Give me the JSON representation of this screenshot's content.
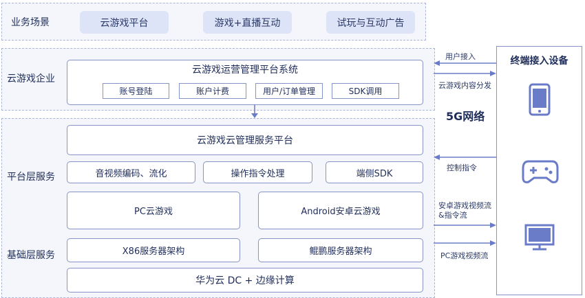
{
  "business": {
    "label": "业务场景",
    "items": [
      "云游戏平台",
      "游戏+直播互动",
      "试玩与互动广告"
    ]
  },
  "enterprise": {
    "label": "云游戏企业",
    "system_title": "云游戏运营管理平台系统",
    "modules": [
      "账号登陆",
      "账户计费",
      "用户/订单管理",
      "SDK调用"
    ]
  },
  "platform": {
    "label": "平台层服务",
    "cloud_title": "云游戏云管理服务平台",
    "modules": [
      "音视频编码、流化",
      "操作指令处理",
      "端侧SDK"
    ],
    "games": [
      "PC云游戏",
      "Android安卓云游戏"
    ]
  },
  "infra": {
    "label": "基础层服务",
    "arch": [
      "X86服务器架构",
      "鲲鹏服务器架构"
    ],
    "cloud": "华为云 DC  +  边缘计算"
  },
  "network": {
    "title": "5G网络",
    "arrows": {
      "user_access": "用户接入",
      "content_dist": "云游戏内容分发",
      "control": "控制指令",
      "android_stream": "安卓游戏视频流\n&指令流",
      "pc_stream": "PC游戏视频流"
    }
  },
  "devices": {
    "title": "终端接入设备",
    "icons": [
      "phone-icon",
      "gamepad-icon",
      "monitor-icon"
    ]
  },
  "colors": {
    "accent": "#6a7bc7",
    "pill_bg": "#dde4f7",
    "region_bg": "#f4f6fb"
  }
}
